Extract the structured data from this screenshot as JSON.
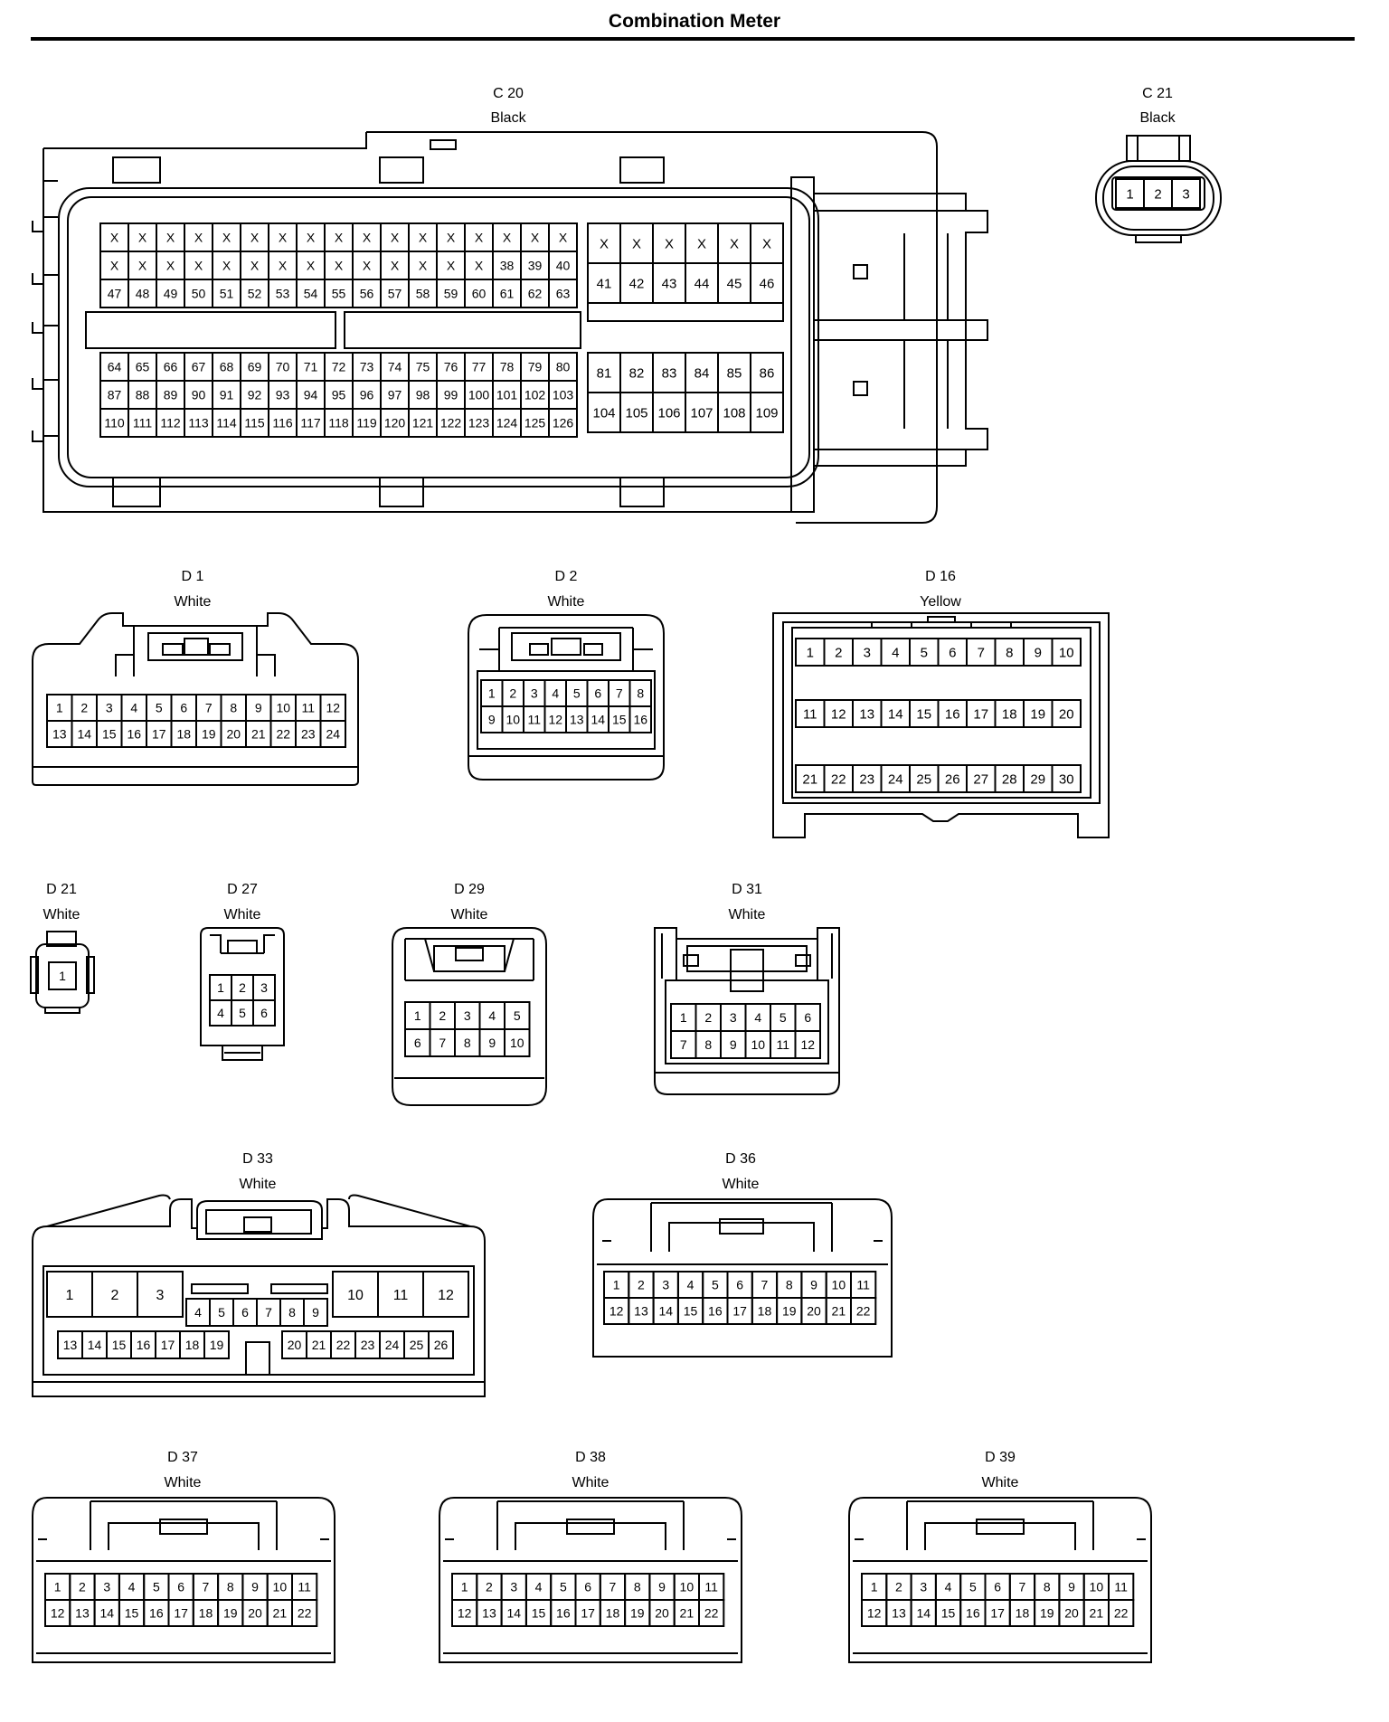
{
  "title": "Combination Meter",
  "connectors": [
    {
      "id": "C20",
      "code": "C 20",
      "color": "Black"
    },
    {
      "id": "C21",
      "code": "C 21",
      "color": "Black"
    },
    {
      "id": "D1",
      "code": "D 1",
      "color": "White"
    },
    {
      "id": "D2",
      "code": "D 2",
      "color": "White"
    },
    {
      "id": "D16",
      "code": "D 16",
      "color": "Yellow"
    },
    {
      "id": "D21",
      "code": "D 21",
      "color": "White"
    },
    {
      "id": "D27",
      "code": "D 27",
      "color": "White"
    },
    {
      "id": "D29",
      "code": "D 29",
      "color": "White"
    },
    {
      "id": "D31",
      "code": "D 31",
      "color": "White"
    },
    {
      "id": "D33",
      "code": "D 33",
      "color": "White"
    },
    {
      "id": "D36",
      "code": "D 36",
      "color": "White"
    },
    {
      "id": "D37",
      "code": "D 37",
      "color": "White"
    },
    {
      "id": "D38",
      "code": "D 38",
      "color": "White"
    },
    {
      "id": "D39",
      "code": "D 39",
      "color": "White"
    }
  ],
  "pin_rows": {
    "C20": [
      [
        "X",
        "X",
        "X",
        "X",
        "X",
        "X",
        "X",
        "X",
        "X",
        "X",
        "X",
        "X",
        "X",
        "X",
        "X",
        "X",
        "X"
      ],
      [
        "X",
        "X",
        "X",
        "X",
        "X",
        "X",
        "X",
        "X",
        "X",
        "X",
        "X",
        "X",
        "X",
        "X",
        "38",
        "39",
        "40"
      ],
      [
        "47",
        "48",
        "49",
        "50",
        "51",
        "52",
        "53",
        "54",
        "55",
        "56",
        "57",
        "58",
        "59",
        "60",
        "61",
        "62",
        "63"
      ],
      [
        "64",
        "65",
        "66",
        "67",
        "68",
        "69",
        "70",
        "71",
        "72",
        "73",
        "74",
        "75",
        "76",
        "77",
        "78",
        "79",
        "80"
      ],
      [
        "87",
        "88",
        "89",
        "90",
        "91",
        "92",
        "93",
        "94",
        "95",
        "96",
        "97",
        "98",
        "99",
        "100",
        "101",
        "102",
        "103"
      ],
      [
        "110",
        "111",
        "112",
        "113",
        "114",
        "115",
        "116",
        "117",
        "118",
        "119",
        "120",
        "121",
        "122",
        "123",
        "124",
        "125",
        "126"
      ],
      [
        "X",
        "X",
        "X",
        "X",
        "X",
        "X"
      ],
      [
        "41",
        "42",
        "43",
        "44",
        "45",
        "46"
      ],
      [
        "81",
        "82",
        "83",
        "84",
        "85",
        "86"
      ],
      [
        "104",
        "105",
        "106",
        "107",
        "108",
        "109"
      ]
    ],
    "C21": [
      [
        "1",
        "2",
        "3"
      ]
    ],
    "D1": [
      [
        "1",
        "2",
        "3",
        "4",
        "5",
        "6",
        "7",
        "8",
        "9",
        "10",
        "11",
        "12"
      ],
      [
        "13",
        "14",
        "15",
        "16",
        "17",
        "18",
        "19",
        "20",
        "21",
        "22",
        "23",
        "24"
      ]
    ],
    "D2": [
      [
        "1",
        "2",
        "3",
        "4",
        "5",
        "6",
        "7",
        "8"
      ],
      [
        "9",
        "10",
        "11",
        "12",
        "13",
        "14",
        "15",
        "16"
      ]
    ],
    "D16": [
      [
        "1",
        "2",
        "3",
        "4",
        "5",
        "6",
        "7",
        "8",
        "9",
        "10"
      ],
      [
        "11",
        "12",
        "13",
        "14",
        "15",
        "16",
        "17",
        "18",
        "19",
        "20"
      ],
      [
        "21",
        "22",
        "23",
        "24",
        "25",
        "26",
        "27",
        "28",
        "29",
        "30"
      ]
    ],
    "D21": [
      [
        "1"
      ]
    ],
    "D27": [
      [
        "1",
        "2",
        "3"
      ],
      [
        "4",
        "5",
        "6"
      ]
    ],
    "D29": [
      [
        "1",
        "2",
        "3",
        "4",
        "5"
      ],
      [
        "6",
        "7",
        "8",
        "9",
        "10"
      ]
    ],
    "D31": [
      [
        "1",
        "2",
        "3",
        "4",
        "5",
        "6"
      ],
      [
        "7",
        "8",
        "9",
        "10",
        "11",
        "12"
      ]
    ],
    "D33": [
      [
        "1",
        "2",
        "3"
      ],
      [
        "4",
        "5",
        "6",
        "7",
        "8",
        "9"
      ],
      [
        "10",
        "11",
        "12"
      ],
      [
        "13",
        "14",
        "15",
        "16",
        "17",
        "18",
        "19"
      ],
      [
        "20",
        "21",
        "22",
        "23",
        "24",
        "25",
        "26"
      ]
    ],
    "D36": [
      [
        "1",
        "2",
        "3",
        "4",
        "5",
        "6",
        "7",
        "8",
        "9",
        "10",
        "11"
      ],
      [
        "12",
        "13",
        "14",
        "15",
        "16",
        "17",
        "18",
        "19",
        "20",
        "21",
        "22"
      ]
    ],
    "D37": [
      [
        "1",
        "2",
        "3",
        "4",
        "5",
        "6",
        "7",
        "8",
        "9",
        "10",
        "11"
      ],
      [
        "12",
        "13",
        "14",
        "15",
        "16",
        "17",
        "18",
        "19",
        "20",
        "21",
        "22"
      ]
    ],
    "D38": [
      [
        "1",
        "2",
        "3",
        "4",
        "5",
        "6",
        "7",
        "8",
        "9",
        "10",
        "11"
      ],
      [
        "12",
        "13",
        "14",
        "15",
        "16",
        "17",
        "18",
        "19",
        "20",
        "21",
        "22"
      ]
    ],
    "D39": [
      [
        "1",
        "2",
        "3",
        "4",
        "5",
        "6",
        "7",
        "8",
        "9",
        "10",
        "11"
      ],
      [
        "12",
        "13",
        "14",
        "15",
        "16",
        "17",
        "18",
        "19",
        "20",
        "21",
        "22"
      ]
    ]
  }
}
